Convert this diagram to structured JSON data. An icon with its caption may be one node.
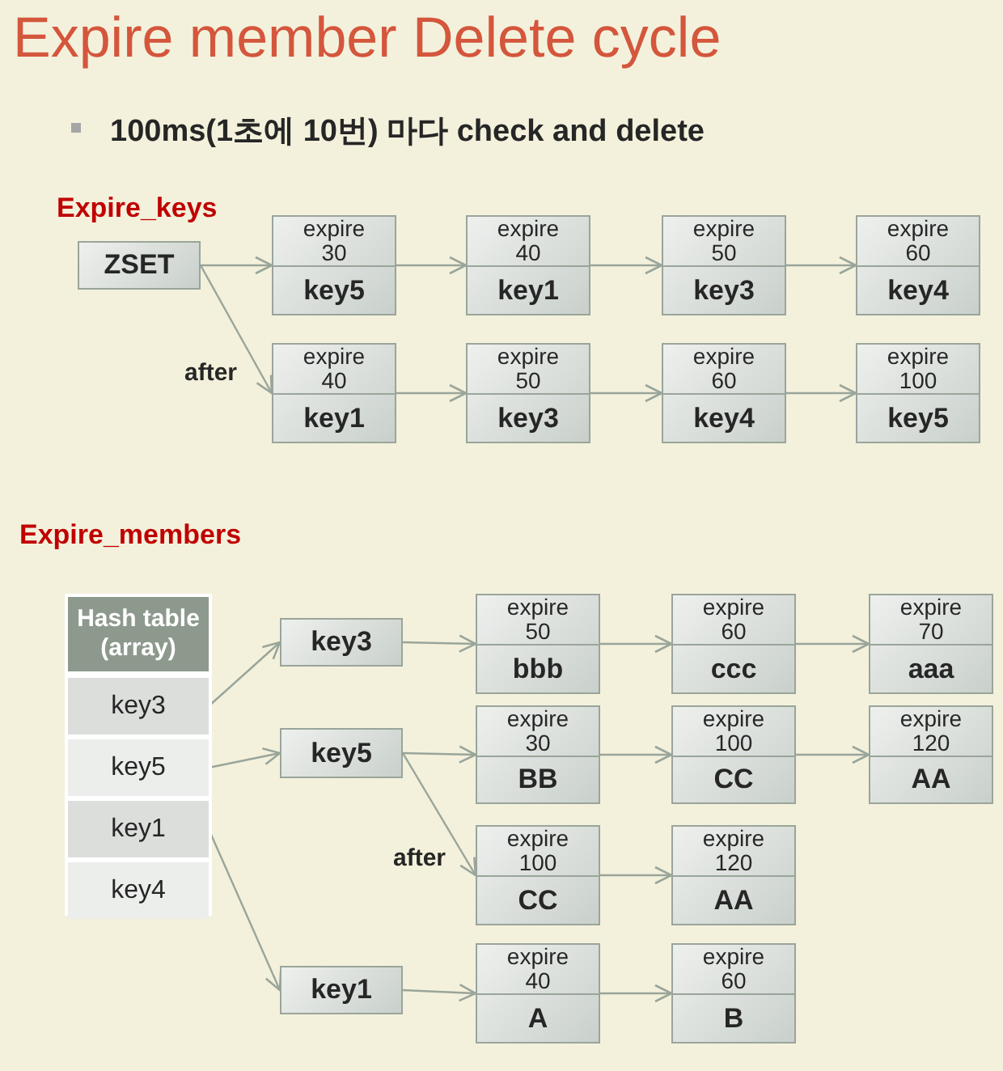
{
  "diagram": {
    "title": "Expire member Delete cycle",
    "nodes": [
      {
        "text": [
          "ZSET"
        ]
      },
      {
        "text": [
          "expire 30",
          "key5"
        ]
      },
      {
        "text": [
          "expire 40",
          "key1"
        ]
      },
      {
        "text": [
          "expire 50",
          "key3"
        ]
      },
      {
        "text": [
          "expire 60",
          "key4"
        ]
      },
      {
        "text": [
          "expire 40",
          "key1"
        ]
      },
      {
        "text": [
          "expire 50",
          "key3"
        ]
      },
      {
        "text": [
          "expire 60",
          "key4"
        ]
      },
      {
        "text": [
          "expire 100",
          "key5"
        ]
      },
      {
        "text": [
          "Hash table (array)"
        ]
      },
      {
        "text": [
          "key3"
        ],
        "in": 9
      },
      {
        "text": [
          "key5"
        ],
        "in": 9
      },
      {
        "text": [
          "key1"
        ],
        "in": 9
      },
      {
        "text": [
          "key4"
        ],
        "in": 9
      },
      {
        "text": [
          "key3"
        ]
      },
      {
        "text": [
          "expire 50",
          "bbb"
        ]
      },
      {
        "text": [
          "expire 60",
          "ccc"
        ]
      },
      {
        "text": [
          "expire 70",
          "aaa"
        ]
      },
      {
        "text": [
          "key5"
        ]
      },
      {
        "text": [
          "expire 30",
          "BB"
        ]
      },
      {
        "text": [
          "expire 100",
          "CC"
        ]
      },
      {
        "text": [
          "expire 120",
          "AA"
        ]
      },
      {
        "text": [
          "expire 100",
          "CC"
        ]
      },
      {
        "text": [
          "expire 120",
          "AA"
        ]
      },
      {
        "text": [
          "key1"
        ]
      },
      {
        "text": [
          "expire 40",
          "A"
        ]
      },
      {
        "text": [
          "expire 60",
          "B"
        ]
      }
    ],
    "edges": [
      {
        "from": 0,
        "to": 1,
        "arrow": "to"
      },
      {
        "from": 1,
        "to": 2,
        "arrow": "to"
      },
      {
        "from": 2,
        "to": 3,
        "arrow": "to"
      },
      {
        "from": 3,
        "to": 4,
        "arrow": "to"
      },
      {
        "from": 0,
        "to": 5,
        "arrow": "to",
        "label": "after"
      },
      {
        "from": 5,
        "to": 6,
        "arrow": "to"
      },
      {
        "from": 6,
        "to": 7,
        "arrow": "to"
      },
      {
        "from": 7,
        "to": 8,
        "arrow": "to"
      },
      {
        "from": 10,
        "to": 14,
        "arrow": "to"
      },
      {
        "from": 11,
        "to": 18,
        "arrow": "to"
      },
      {
        "from": 12,
        "to": 24,
        "arrow": "to"
      },
      {
        "from": 14,
        "to": 15,
        "arrow": "to"
      },
      {
        "from": 15,
        "to": 16,
        "arrow": "to"
      },
      {
        "from": 16,
        "to": 17,
        "arrow": "to"
      },
      {
        "from": 18,
        "to": 19,
        "arrow": "to"
      },
      {
        "from": 19,
        "to": 20,
        "arrow": "to"
      },
      {
        "from": 20,
        "to": 21,
        "arrow": "to"
      },
      {
        "from": 18,
        "to": 22,
        "arrow": "to",
        "label": "after"
      },
      {
        "from": 22,
        "to": 23,
        "arrow": "to"
      },
      {
        "from": 24,
        "to": 25,
        "arrow": "to"
      },
      {
        "from": 25,
        "to": 26,
        "arrow": "to"
      }
    ],
    "labels": [
      "100ms(1초에 10번) 마다 check and delete",
      "Expire_keys",
      "Expire_members"
    ]
  }
}
